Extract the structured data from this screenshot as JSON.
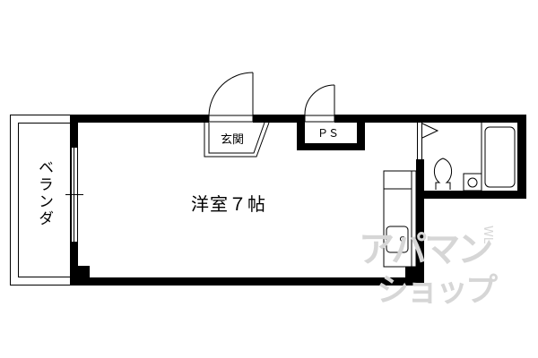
{
  "floorplan": {
    "room_main": {
      "label": "洋室７帖",
      "type": "western-style room",
      "size_jo": 7
    },
    "entrance": {
      "label": "玄関"
    },
    "pipe_space": {
      "label": "ＰＳ"
    },
    "balcony": {
      "label": "ベランダ"
    }
  },
  "watermark": {
    "line1": "アパマン",
    "line2": "ショップ",
    "small": "WL"
  },
  "colors": {
    "wall": "#000000",
    "background": "#ffffff",
    "watermark": "#d6d6d6"
  }
}
